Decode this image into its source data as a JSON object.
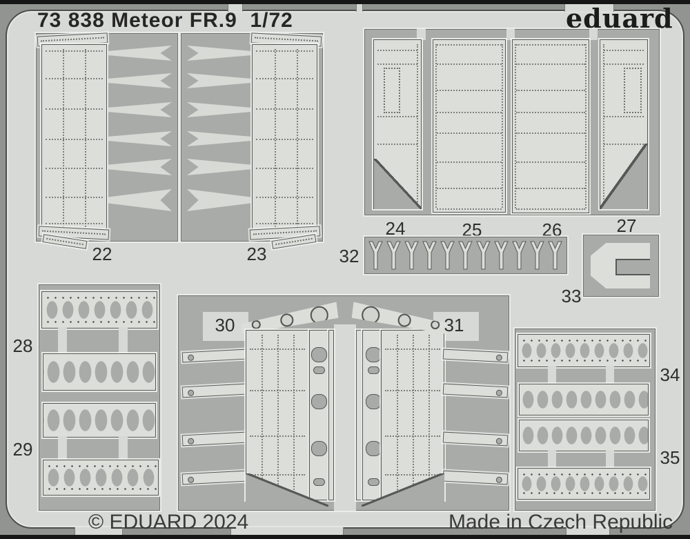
{
  "colors": {
    "edge_black": "#161616",
    "band_gray": "#929491",
    "sheet_gray": "#d7d9d6",
    "waste_gray": "#a9aba8",
    "part_gray": "#dcded9",
    "outline_dark": "#565855",
    "detail_gray": "#6e706b",
    "text_dark": "#262626"
  },
  "header": {
    "title": "73 838 Meteor FR.9  1/72",
    "brand": "eduard"
  },
  "footer": {
    "copyright": "© EDUARD 2024",
    "made_in": "Made in Czech Republic"
  },
  "part_labels": {
    "22": "22",
    "23": "23",
    "24": "24",
    "25": "25",
    "26": "26",
    "27": "27",
    "28": "28",
    "29": "29",
    "30": "30",
    "31": "31",
    "32": "32",
    "33": "33",
    "34": "34",
    "35": "35"
  }
}
